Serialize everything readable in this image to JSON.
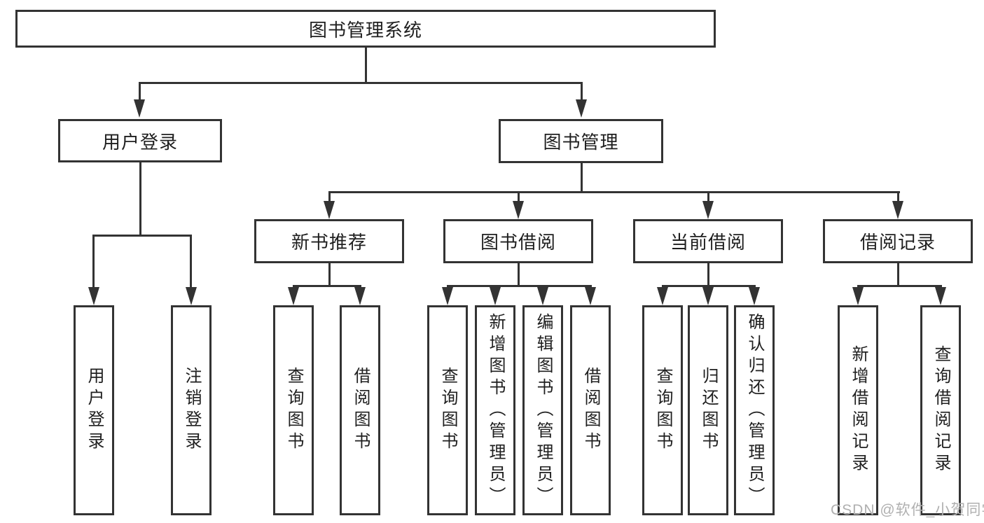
{
  "title": "图书管理系统",
  "user_branch": {
    "label": "用户登录",
    "children": [
      "用户登录",
      "注销登录"
    ]
  },
  "mgmt_branch": {
    "label": "图书管理",
    "modules": [
      {
        "label": "新书推荐",
        "children": [
          "查询图书",
          "借阅图书"
        ]
      },
      {
        "label": "图书借阅",
        "children": [
          "查询图书",
          "新增图书（管理员）",
          "编辑图书（管理员）",
          "借阅图书"
        ]
      },
      {
        "label": "当前借阅",
        "children": [
          "查询图书",
          "归还图书",
          "确认归还（管理员）"
        ]
      },
      {
        "label": "借阅记录",
        "children": [
          "新增借阅记录",
          "查询借阅记录"
        ]
      }
    ]
  },
  "watermark": "CSDN @软件_小贺同学",
  "colors": {
    "line": "#333333",
    "text": "#1f1f1f",
    "watermark": "#b0b0b0",
    "background": "#ffffff"
  }
}
